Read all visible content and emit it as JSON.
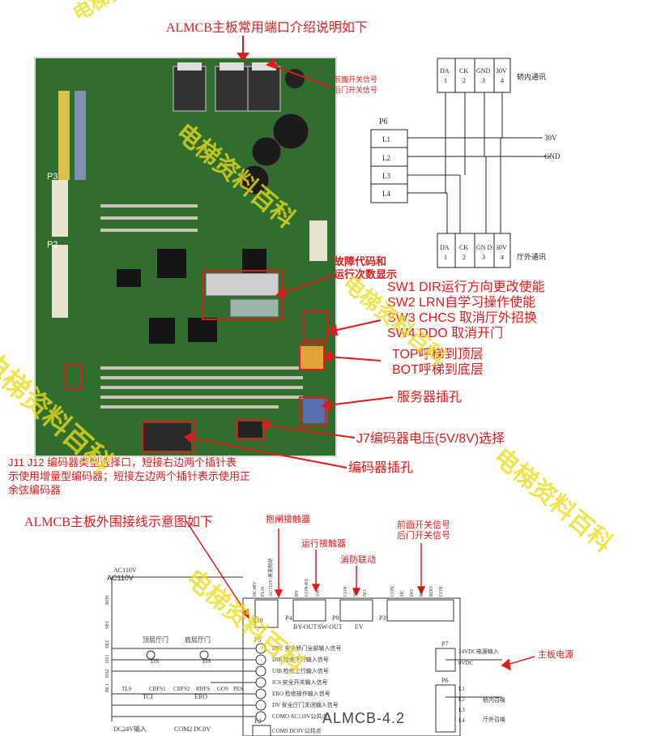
{
  "top": {
    "title": "ALMCB主板常用端口介绍说明如下",
    "front_door_signal": "前面开关信号",
    "rear_door_signal": "后门开关信号",
    "fault_code": "故障代码和",
    "run_count": "运行次数显示",
    "sw1": "SW1 DIR运行方向更改使能",
    "sw2": "SW2 LRN自学习操作使能",
    "sw3": "SW3 CHCS 取消厅外招换",
    "sw4": "SW4 DDO 取消开门",
    "top_call": "TOP呼梯到顶层",
    "bot_call": "BOT呼梯到底层",
    "server_socket": "服务器插孔",
    "j7": "J7编码器电压(5V/8V)选择",
    "encoder_socket": "编码器插孔",
    "j11_line1": "J11 J12      编码器类型选择口，短接右边两个插针表",
    "j11_line2": "示使用增量型编码器；短接左边两个插针表示使用正",
    "j11_line3": "余弦编码器",
    "pcb_p3": "P3",
    "pcb_p2": "P2"
  },
  "conn_diagram": {
    "car_comm": "轿内通讯",
    "hall_comm": "厅外通讯",
    "p6": "P6",
    "rows": [
      "L1",
      "L2",
      "L3",
      "L4"
    ],
    "v30": "30V",
    "gnd": "GND",
    "top_box": [
      {
        "name": "DA",
        "pin": "1"
      },
      {
        "name": "CK",
        "pin": "2"
      },
      {
        "name": "GND",
        "pin": "3"
      },
      {
        "name": "30V",
        "pin": "4"
      }
    ],
    "bottom_box": [
      {
        "name": "DA",
        "pin": "1"
      },
      {
        "name": "CK",
        "pin": "2"
      },
      {
        "name": "GN D",
        "pin": "3"
      },
      {
        "name": "30V",
        "pin": "4"
      }
    ]
  },
  "bottom": {
    "title": "ALMCB主板外围接线示意图如下",
    "brake": "抱闸接触器",
    "run_contactor": "运行接触器",
    "fire_link": "消防联动",
    "front_door": "前面开关信号",
    "rear_door": "后门开关信号",
    "power_label": "主板电源",
    "model": "ALMCB-4.2",
    "ac110": "AC110V",
    "ac110_left": "AC110V",
    "top_hall_door": "顶层厅门",
    "bottom_hall_door": "底层厅门",
    "ds": "DS",
    "dc24": "DC24V输入",
    "com2": "COM2 DC0V",
    "p10": "P10",
    "p4": "P4",
    "p9": "P9",
    "p3": "P3",
    "p5": "P5",
    "p7": "P7",
    "p6": "P6",
    "p2": "P2",
    "p5_rows": [
      "DFC 安全轿门全部输入信号",
      "DIB 检修下行输入信号",
      "UIB 检修上行输入信号",
      "ICS 安全开关输入信号",
      "ERO 检修操作输入信号",
      "DV 安全厅门关闭输入信号",
      "COMO AC110V公共点"
    ],
    "p7_rows": [
      "24VDC电源输入",
      "0VDC"
    ],
    "p6_rows": [
      "L1",
      "L2",
      "L3",
      "L4"
    ],
    "car_call": "轿内召唤",
    "hall_call": "厅外召唤",
    "by_out": "BY-OUT",
    "sw_out": "SW-OUT",
    "ev": "EV",
    "p2_row": "COM9 DC0V公共点",
    "p10_pins": [
      "DC48V",
      "FLIS"
    ],
    "p4_pins": [
      "BY",
      "CON-BY",
      "SW"
    ],
    "p9_pins": [
      "CON",
      "NC",
      "NO"
    ],
    "p3_pins": [
      "CON",
      "DC",
      "DO",
      "RDC",
      "RDO",
      "CON"
    ],
    "left_pins": [
      "RHS",
      "SE1",
      "SE2",
      "DS1",
      "DS2",
      "BL1"
    ],
    "bottom_row": [
      "TLS",
      "CBFS1",
      "CBFS2",
      "RBFS",
      "GOS",
      "PES"
    ],
    "tci": "TCI",
    "ero_label": "ERO",
    "brake_top_label": "AC110V/蒸笼制动"
  },
  "watermark": "电梯资料百科"
}
